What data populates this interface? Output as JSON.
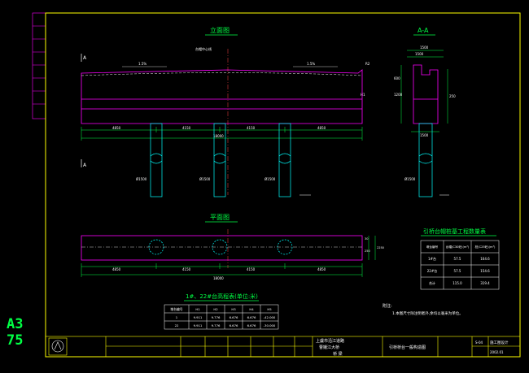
{
  "sheet": {
    "size_code_top": "A3",
    "size_code_bottom": "75"
  },
  "views": {
    "elevation_title": "立面图",
    "plan_title": "平面图",
    "section_title": "A-A",
    "cut_label": "A",
    "cut_label_bottom": "A",
    "centerline_note": "台帽中心线",
    "slope_left": "1.5%",
    "slope_right": "1.5%",
    "right_top_tag": "R2",
    "right_mid_tag": "H1",
    "elevation_spans": [
      "4850",
      "4150",
      "4150",
      "4850"
    ],
    "elevation_total": "18000",
    "pile_diameters": [
      "Ø1500",
      "Ø1500",
      "Ø1500"
    ],
    "plan_spans": [
      "4850",
      "4150",
      "4150",
      "4850"
    ],
    "plan_total": "18000",
    "plan_side_dims": [
      "30",
      "250",
      "2250"
    ],
    "section_dims_top": [
      "1500",
      "1500"
    ],
    "section_dims_side": [
      "600",
      "1200",
      "250"
    ],
    "section_bottom_dim": "1500",
    "section_pile": "Ø1500"
  },
  "elevation_table": {
    "title": "1#、22#台高程表(单位:米)",
    "headers": [
      "墩台编号",
      "H1",
      "H2",
      "H3",
      "H4",
      "H5"
    ],
    "rows": [
      [
        "1",
        "9.911",
        "9.776",
        "6.676",
        "6.676",
        "-42.000"
      ],
      [
        "22",
        "9.911",
        "9.776",
        "6.676",
        "6.676",
        "-30.000"
      ]
    ]
  },
  "quantity_table": {
    "title": "引桥台帽桩基工程数量表",
    "headers": [
      "墩台编号",
      "台帽(C30砼)(m³)",
      "桩(C25砼)(m³)"
    ],
    "rows": [
      [
        "1#台",
        "57.5",
        "164.6"
      ],
      [
        "22#台",
        "57.5",
        "154.6"
      ],
      [
        "合计",
        "115.0",
        "319.4"
      ]
    ]
  },
  "notes": {
    "title": "附注:",
    "items": [
      "1.本图尺寸除注明者外,余均以毫米为单位。"
    ]
  },
  "title_block": {
    "project_line1": "上虞市沿江道路",
    "project_line2": "曹娥江大桥",
    "project_line3": "桥 梁",
    "drawing_name": "引桥桥台一般构造图",
    "stage": "施工图设计",
    "drawing_no": "S-04",
    "date": "2002.01"
  },
  "colors": {
    "frame": "#ffff00",
    "structure": "#ff00ff",
    "dims": "#00ff44",
    "text": "#ffffff"
  }
}
